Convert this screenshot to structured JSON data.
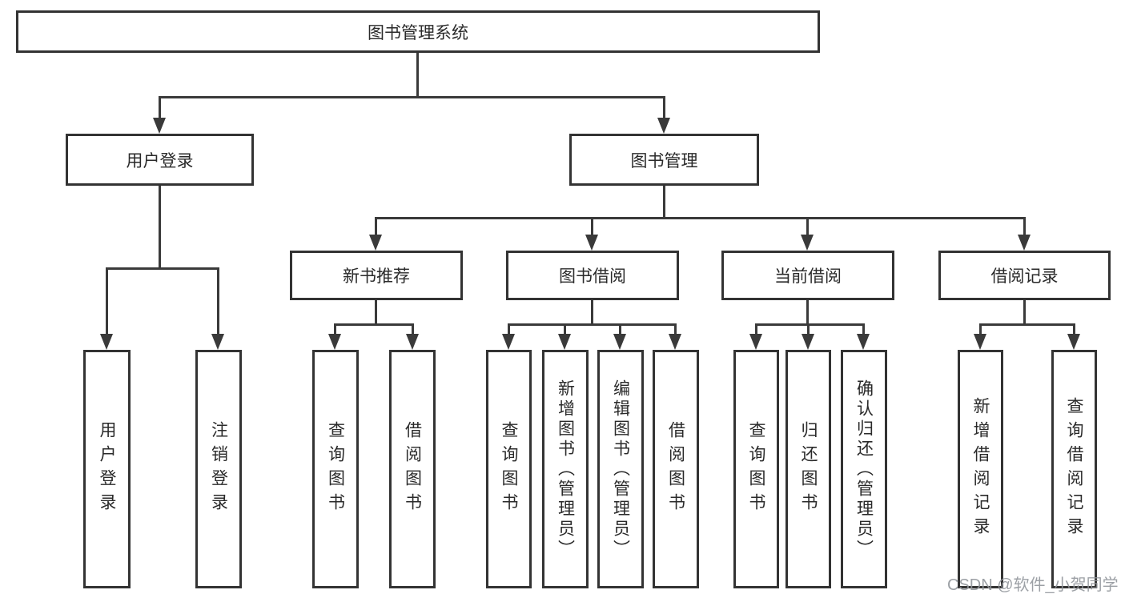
{
  "diagram": {
    "title": "图书管理系统",
    "nodes": {
      "root": {
        "label": "图书管理系统"
      },
      "user_login": {
        "label": "用户登录"
      },
      "book_mgmt": {
        "label": "图书管理"
      },
      "new_book_rec": {
        "label": "新书推荐"
      },
      "book_borrow": {
        "label": "图书借阅"
      },
      "current_borrow": {
        "label": "当前借阅"
      },
      "borrow_record": {
        "label": "借阅记录"
      },
      "leaf_user_login": {
        "label": "用户登录"
      },
      "leaf_logout": {
        "label": "注销登录"
      },
      "leaf_query_book_rec": {
        "label": "查询图书"
      },
      "leaf_borrow_book_rec": {
        "label": "借阅图书"
      },
      "leaf_query_book_borrow": {
        "label": "查询图书"
      },
      "leaf_add_book": {
        "label": "新增图书（管理员）"
      },
      "leaf_edit_book": {
        "label": "编辑图书（管理员）"
      },
      "leaf_borrow_book": {
        "label": "借阅图书"
      },
      "leaf_query_book_current": {
        "label": "查询图书"
      },
      "leaf_return_book": {
        "label": "归还图书"
      },
      "leaf_confirm_return": {
        "label": "确认归还（管理员）"
      },
      "leaf_add_record": {
        "label": "新增借阅记录"
      },
      "leaf_query_record": {
        "label": "查询借阅记录"
      }
    },
    "hierarchy": {
      "图书管理系统": {
        "用户登录": [
          "用户登录",
          "注销登录"
        ],
        "图书管理": {
          "新书推荐": [
            "查询图书",
            "借阅图书"
          ],
          "图书借阅": [
            "查询图书",
            "新增图书（管理员）",
            "编辑图书（管理员）",
            "借阅图书"
          ],
          "当前借阅": [
            "查询图书",
            "归还图书",
            "确认归还（管理员）"
          ],
          "借阅记录": [
            "新增借阅记录",
            "查询借阅记录"
          ]
        }
      }
    },
    "colors": {
      "line": "#3a3a3a",
      "box_border": "#333333",
      "box_fill": "#ffffff",
      "text": "#2a2a2a",
      "background": "#ffffff"
    }
  },
  "watermark": {
    "text": "CSDN @软件_小贺同学"
  }
}
